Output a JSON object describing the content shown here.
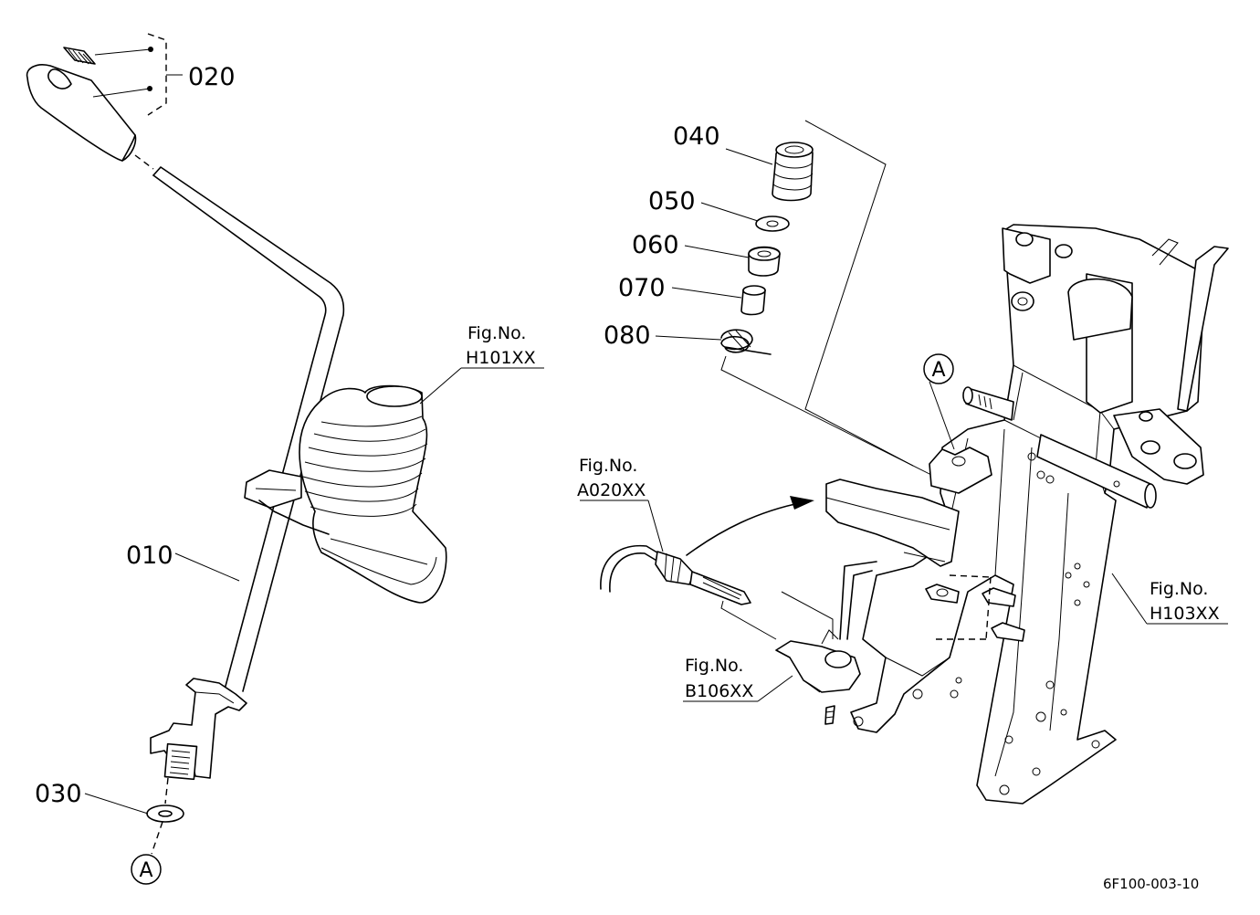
{
  "parts": [
    {
      "id": "p010",
      "label": "010"
    },
    {
      "id": "p020",
      "label": "020"
    },
    {
      "id": "p030",
      "label": "030"
    },
    {
      "id": "p040",
      "label": "040"
    },
    {
      "id": "p050",
      "label": "050"
    },
    {
      "id": "p060",
      "label": "060"
    },
    {
      "id": "p070",
      "label": "070"
    },
    {
      "id": "p080",
      "label": "080"
    }
  ],
  "references": [
    {
      "id": "r101",
      "line1": "Fig.No.",
      "line2": "H101XX"
    },
    {
      "id": "r020",
      "line1": "Fig.No.",
      "line2": "A020XX"
    },
    {
      "id": "r106",
      "line1": "Fig.No.",
      "line2": "B106XX"
    },
    {
      "id": "r103",
      "line1": "Fig.No.",
      "line2": "H103XX"
    }
  ],
  "connection_marks": [
    "A",
    "A"
  ],
  "drawing_code": "6F100-003-10"
}
